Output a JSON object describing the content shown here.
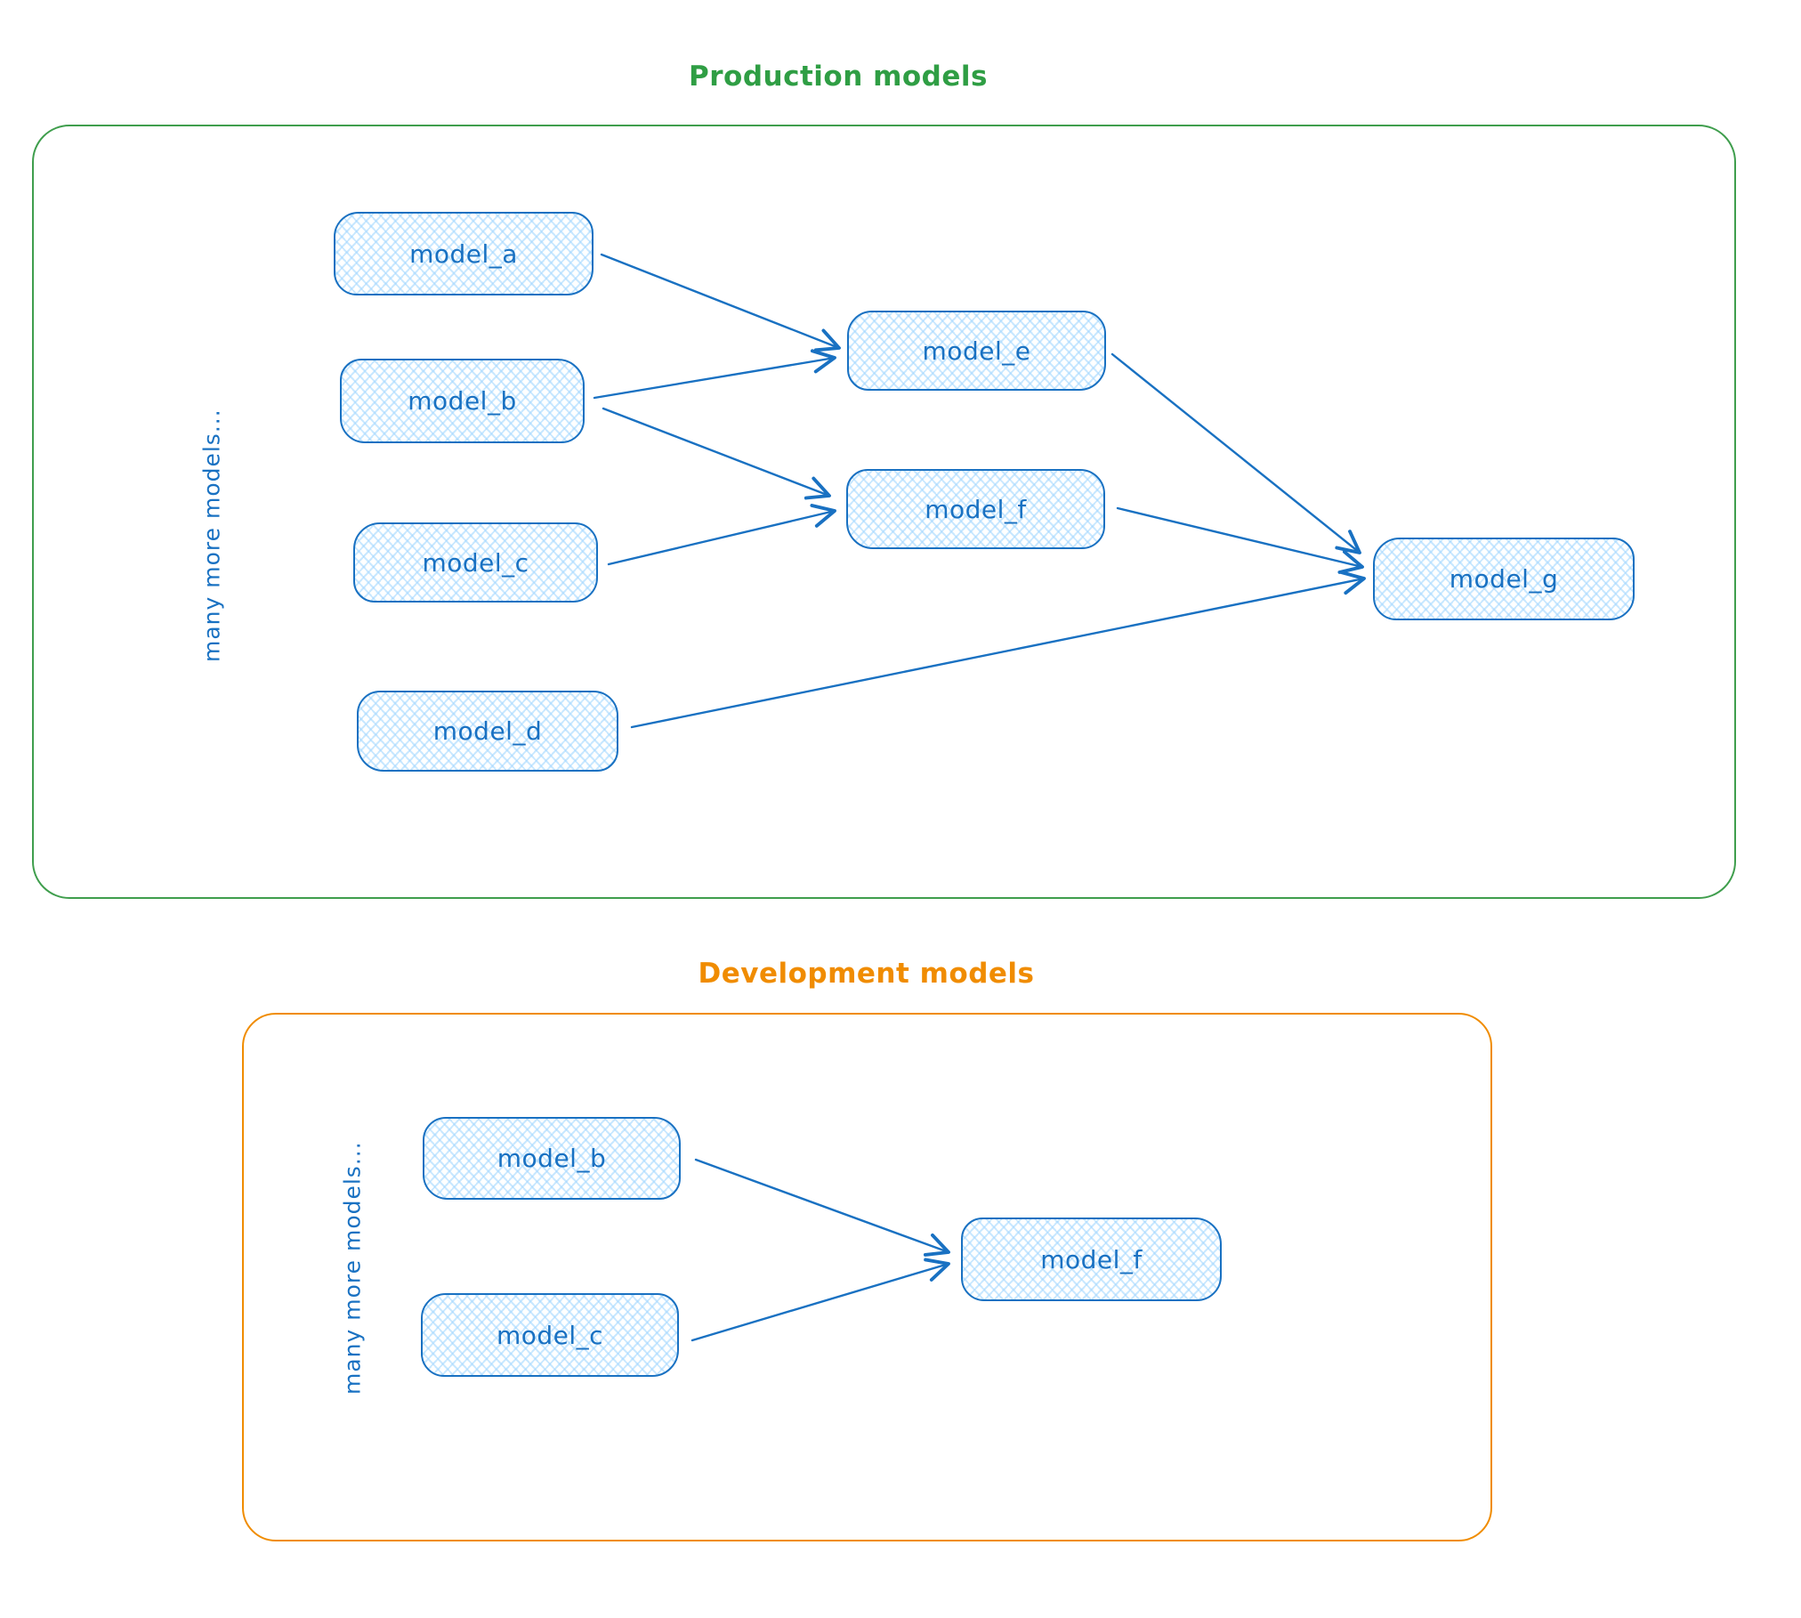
{
  "colors": {
    "node_stroke": "#1971c2",
    "node_fill": "#a5d8ff",
    "production_accent": "#2f9e44",
    "development_accent": "#f08c00"
  },
  "production": {
    "title": "Production models",
    "side_label": "many more models...",
    "nodes": {
      "a": {
        "label": "model_a"
      },
      "b": {
        "label": "model_b"
      },
      "c": {
        "label": "model_c"
      },
      "d": {
        "label": "model_d"
      },
      "e": {
        "label": "model_e"
      },
      "f": {
        "label": "model_f"
      },
      "g": {
        "label": "model_g"
      }
    },
    "edges": [
      {
        "from": "model_a",
        "to": "model_e"
      },
      {
        "from": "model_b",
        "to": "model_e"
      },
      {
        "from": "model_b",
        "to": "model_f"
      },
      {
        "from": "model_c",
        "to": "model_f"
      },
      {
        "from": "model_e",
        "to": "model_g"
      },
      {
        "from": "model_f",
        "to": "model_g"
      },
      {
        "from": "model_d",
        "to": "model_g"
      }
    ]
  },
  "development": {
    "title": "Development models",
    "side_label": "many more models...",
    "nodes": {
      "b": {
        "label": "model_b"
      },
      "c": {
        "label": "model_c"
      },
      "f": {
        "label": "model_f"
      }
    },
    "edges": [
      {
        "from": "model_b",
        "to": "model_f"
      },
      {
        "from": "model_c",
        "to": "model_f"
      }
    ]
  }
}
